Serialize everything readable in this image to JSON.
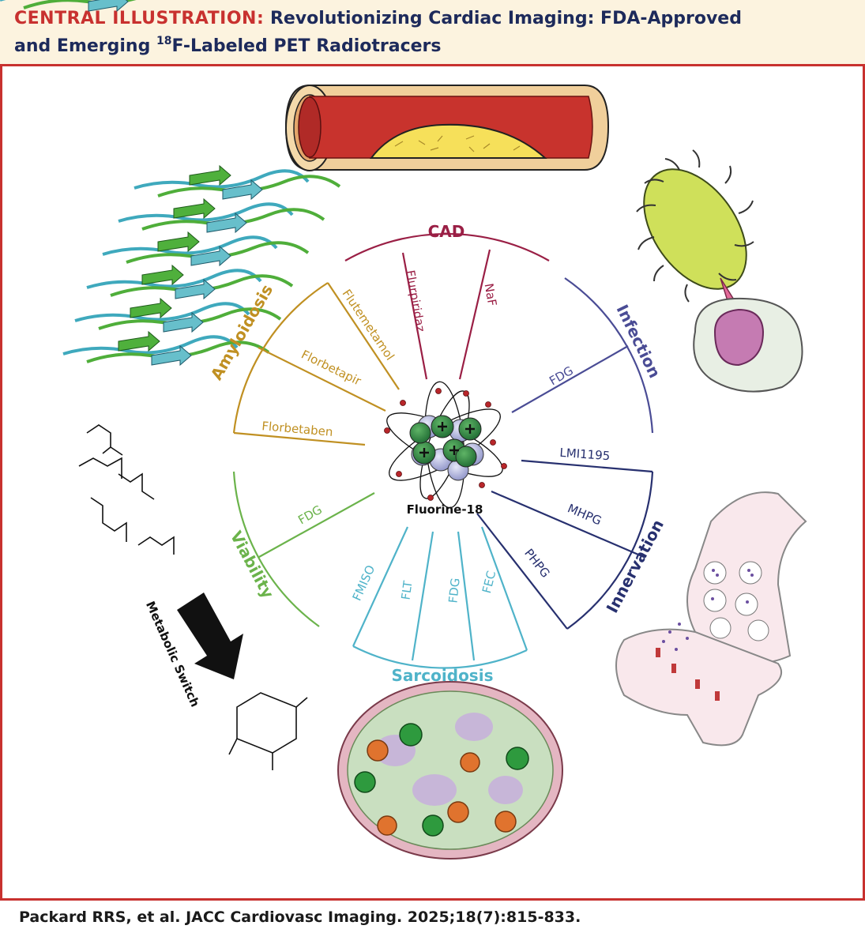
{
  "header": {
    "label": "CENTRAL ILLUSTRATION:",
    "title_line1": "Revolutionizing Cardiac Imaging: FDA-Approved",
    "title_line2_pre": "and Emerging ",
    "title_line2_sup": "18",
    "title_line2_post": "F-Labeled PET Radiotracers"
  },
  "center": {
    "label": "Fluorine-18"
  },
  "sectors": {
    "cad": {
      "name": "CAD",
      "tracers": [
        "Flurpiridaz",
        "NaF"
      ],
      "color": "#9a1f45"
    },
    "infection": {
      "name": "Infection",
      "tracers": [
        "FDG"
      ],
      "color": "#4a4c95"
    },
    "innervation": {
      "name": "Innervation",
      "tracers": [
        "LMI1195",
        "MHPG",
        "PHPG"
      ],
      "color": "#27306f"
    },
    "sarcoidosis": {
      "name": "Sarcoidosis",
      "tracers": [
        "FMISO",
        "FLT",
        "FDG",
        "FEC"
      ],
      "color": "#4fb3c9"
    },
    "viability": {
      "name": "Viability",
      "tracers": [
        "FDG"
      ],
      "color": "#6bb34b"
    },
    "amyloidosis": {
      "name": "Amyloidosis",
      "tracers": [
        "Flutemetamol",
        "Florbetapir",
        "Florbetaben"
      ],
      "color": "#c09022"
    }
  },
  "metabolic": {
    "label": "Metabolic Switch"
  },
  "citation": "Packard RRS, et al. JACC Cardiovasc Imaging. 2025;18(7):815-833."
}
